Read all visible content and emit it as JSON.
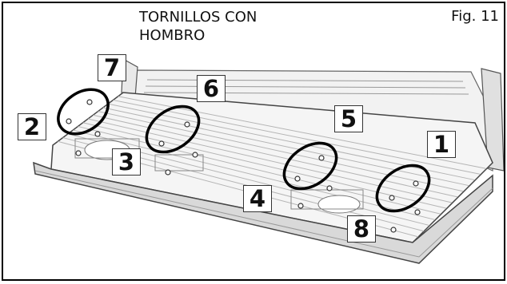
{
  "title": "TORNILLOS CON\nHOMBRO",
  "figure_label": "Fig. 11",
  "callouts": [
    "1",
    "2",
    "3",
    "4",
    "5",
    "6",
    "7",
    "8"
  ]
}
